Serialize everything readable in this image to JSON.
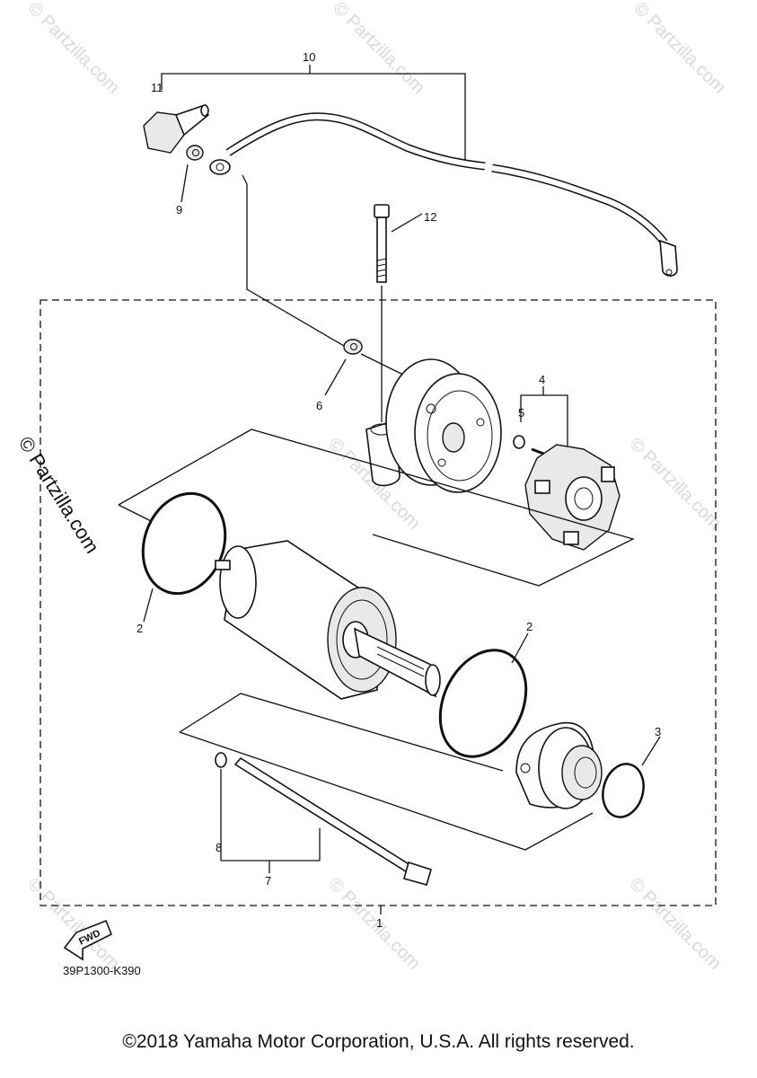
{
  "diagram": {
    "callouts": {
      "c1": "1",
      "c2a": "2",
      "c2b": "2",
      "c3": "3",
      "c4": "4",
      "c5": "5",
      "c6": "6",
      "c7": "7",
      "c8": "8",
      "c9": "9",
      "c10": "10",
      "c11": "11",
      "c12": "12"
    },
    "fwd_label": "FWD",
    "drawing_code": "39P1300-K390",
    "watermark": "© Partzilla.com",
    "side_watermark": "© Partzilla.com"
  },
  "footer": {
    "copyright": "©2018 Yamaha Motor Corporation, U.S.A. All rights reserved."
  }
}
